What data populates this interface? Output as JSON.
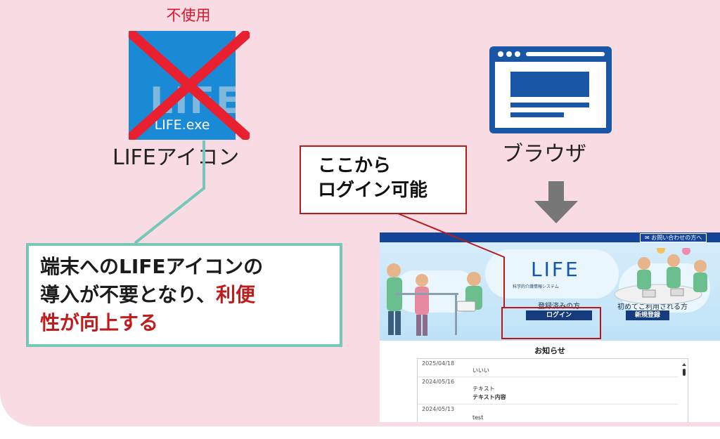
{
  "unused_label": "不使用",
  "exe_icon": {
    "word": "LIFE",
    "filename": "LIFE.exe",
    "color": "#1a8ad7",
    "cross_color": "#e8202f"
  },
  "icon_label": "LIFEアイコン",
  "browser_label": "ブラウザ",
  "login_note": {
    "line1": "ここから",
    "line2": "ログイン可能"
  },
  "callout": {
    "line1": "端末へのLIFEアイコンの",
    "line2_a": "導入が不要となり、",
    "line2_b": "利便",
    "line3": "性が向上する"
  },
  "site": {
    "contact": "✉ お問い合わせの方へ",
    "logo": "LIFE",
    "logo_sub": "科学的介護情報システム",
    "registered_label": "登録済みの方",
    "login_button": "ログイン",
    "first_time_label": "初めてご利用される方",
    "register_button": "新規登録",
    "news_title": "お知らせ",
    "news": [
      {
        "date": "2025/04/18",
        "title": "いいい",
        "body": ""
      },
      {
        "date": "2024/05/16",
        "title": "テキスト",
        "body": "テキスト内容"
      },
      {
        "date": "2024/05/13",
        "title": "test",
        "body": ""
      }
    ]
  },
  "colors": {
    "panel_bg": "#f9dbe3",
    "browser_blue": "#1a56a6",
    "arrow_gray": "#777777",
    "accent_red": "#bf1d1d",
    "callout_border": "#76c7b8"
  }
}
